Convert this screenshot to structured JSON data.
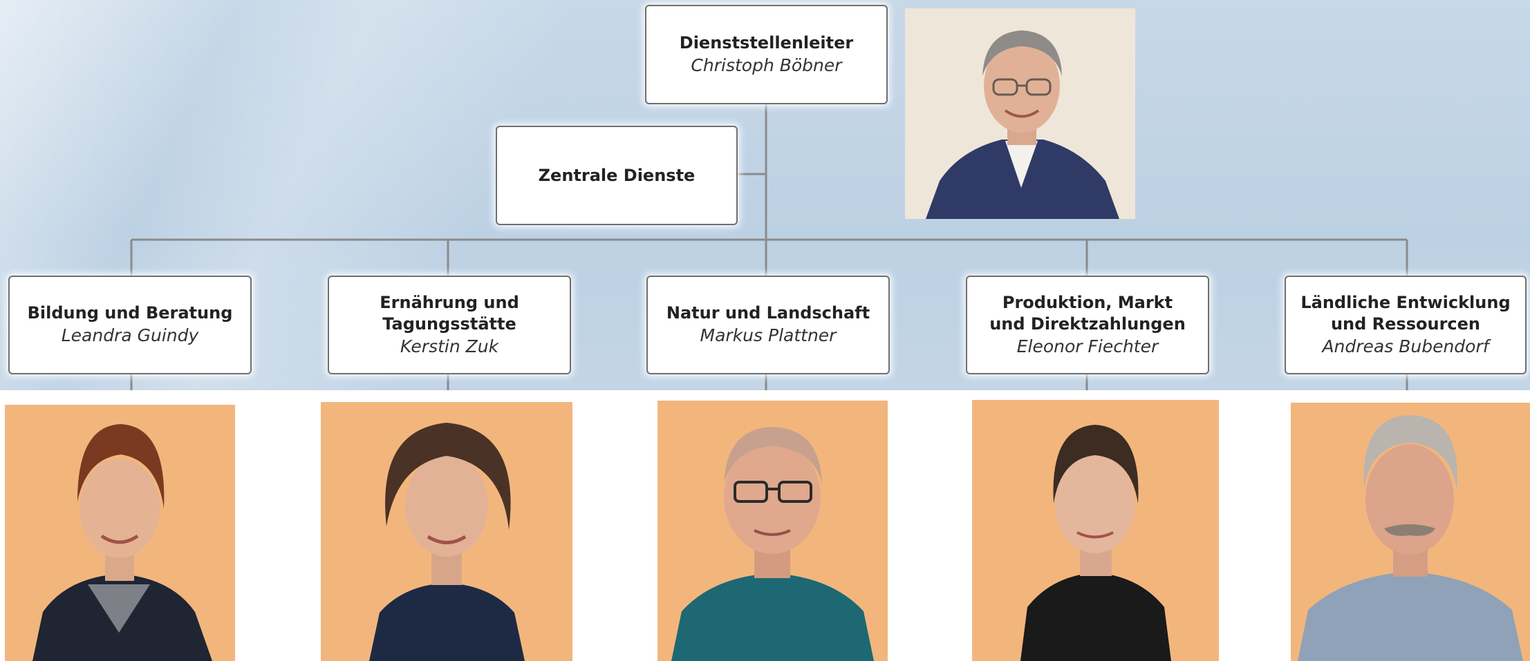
{
  "chart": {
    "head": {
      "title": "Dienststellenleiter",
      "name": "Christoph Böbner"
    },
    "staff": {
      "title": "Zentrale Dienste"
    },
    "departments": [
      {
        "title_line1": "Bildung und Beratung",
        "title_line2": "",
        "name": "Leandra Guindy"
      },
      {
        "title_line1": "Ernährung und",
        "title_line2": "Tagungsstätte",
        "name": "Kerstin Zuk"
      },
      {
        "title_line1": "Natur und Landschaft",
        "title_line2": "",
        "name": "Markus Plattner"
      },
      {
        "title_line1": "Produktion, Markt",
        "title_line2": "und Direktzahlungen",
        "name": "Eleonor Fiechter"
      },
      {
        "title_line1": "Ländliche Entwicklung",
        "title_line2": "und Ressourcen",
        "name": "Andreas Bubendorf"
      }
    ]
  },
  "colors": {
    "line": "#8a8a8a",
    "photo_background_orange": "#f2b67d",
    "photo_background_head": "#efe6da"
  }
}
